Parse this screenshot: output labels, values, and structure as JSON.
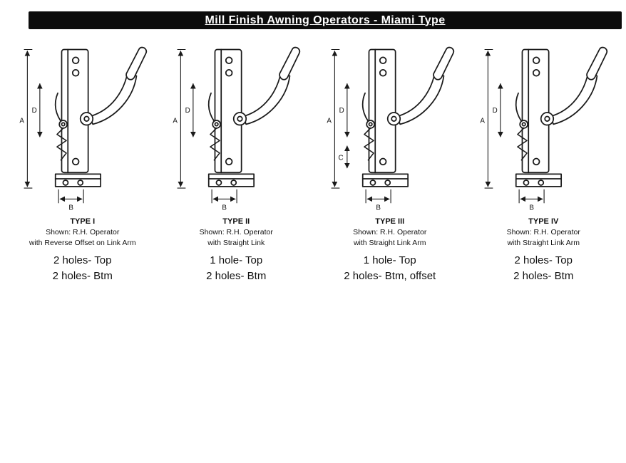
{
  "header": {
    "title": "Mill Finish Awning Operators - Miami Type"
  },
  "operators": [
    {
      "type_label": "TYPE I",
      "shown": "Shown: R.H. Operator",
      "link": "with Reverse Offset on Link Arm",
      "holes_top": "2 holes- Top",
      "holes_btm": "2 holes- Btm",
      "dims": {
        "a": "A",
        "d": "D",
        "b": "B"
      }
    },
    {
      "type_label": "TYPE II",
      "shown": "Shown: R.H. Operator",
      "link": "with Straight Link",
      "holes_top": "1 hole- Top",
      "holes_btm": "2 holes- Btm",
      "dims": {
        "a": "A",
        "d": "D",
        "b": "B"
      }
    },
    {
      "type_label": "TYPE III",
      "shown": "Shown: R.H. Operator",
      "link": "with Straight Link Arm",
      "holes_top": "1 hole- Top",
      "holes_btm": "2 holes- Btm, offset",
      "dims": {
        "a": "A",
        "d": "D",
        "b": "B",
        "c": "C"
      }
    },
    {
      "type_label": "TYPE IV",
      "shown": "Shown: R.H. Operator",
      "link": "with Straight Link Arm",
      "holes_top": "2 holes- Top",
      "holes_btm": "2 holes- Btm",
      "dims": {
        "a": "A",
        "d": "D",
        "b": "B"
      }
    }
  ]
}
